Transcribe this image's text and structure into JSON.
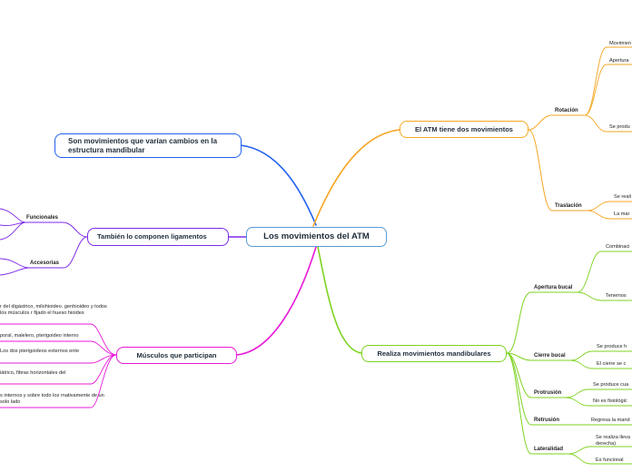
{
  "central": {
    "label": "Los movimientos del ATM"
  },
  "left": {
    "varian": {
      "label": "Son movimientos que varían cambios en la estructura mandibular"
    },
    "ligamentos": {
      "label": "También lo componen ligamentos",
      "funcionales": "Funcionales",
      "accesorias": "Accesorias"
    },
    "musculos": {
      "label": "Músculos que participan",
      "items": [
        "r del digástrico, milohioideo. genhioideo y todos los músculos r fijado el hueso hioides",
        "poral, malelero, pterigoideo interno",
        "Los dos pterigoideos externos ente",
        "iátrico, fibras horizontales del",
        "s internos y sobre todo los rnativamente de un solo lado"
      ]
    }
  },
  "right": {
    "dos_movimientos": {
      "label": "El ATM tiene dos movimientos",
      "rotacion": "Rotación",
      "rot_items": [
        "Movimien",
        "Apertura",
        "Se produ"
      ],
      "traslacion": "Traslación",
      "tras_items": [
        "Se reali",
        "La mar"
      ]
    },
    "mandibulares": {
      "label": "Realiza movimientos mandibulares",
      "apertura": "Apertura bucal",
      "apertura_items": [
        "Combinaci",
        "Tenemos"
      ],
      "cierre": "Cierre bucal",
      "cierre_items": [
        "Se produce h",
        "El cierre se c"
      ],
      "protrusion": "Protrusión",
      "protrusion_items": [
        "Se produce cua",
        "No es fisiológic"
      ],
      "retrusion": "Retrusión",
      "retrusion_items": [
        "Regresa la mand"
      ],
      "lateralidad": "Lateralidad",
      "lateralidad_items": [
        "Se realiza lleva derecha)",
        "Es funcional"
      ]
    }
  },
  "colors": {
    "central": "#5a9bd5",
    "blue": "#1f5ff0",
    "orange": "#f5a623",
    "purple": "#7d2ae8",
    "magenta": "#e81ad8",
    "green": "#7ed321"
  }
}
